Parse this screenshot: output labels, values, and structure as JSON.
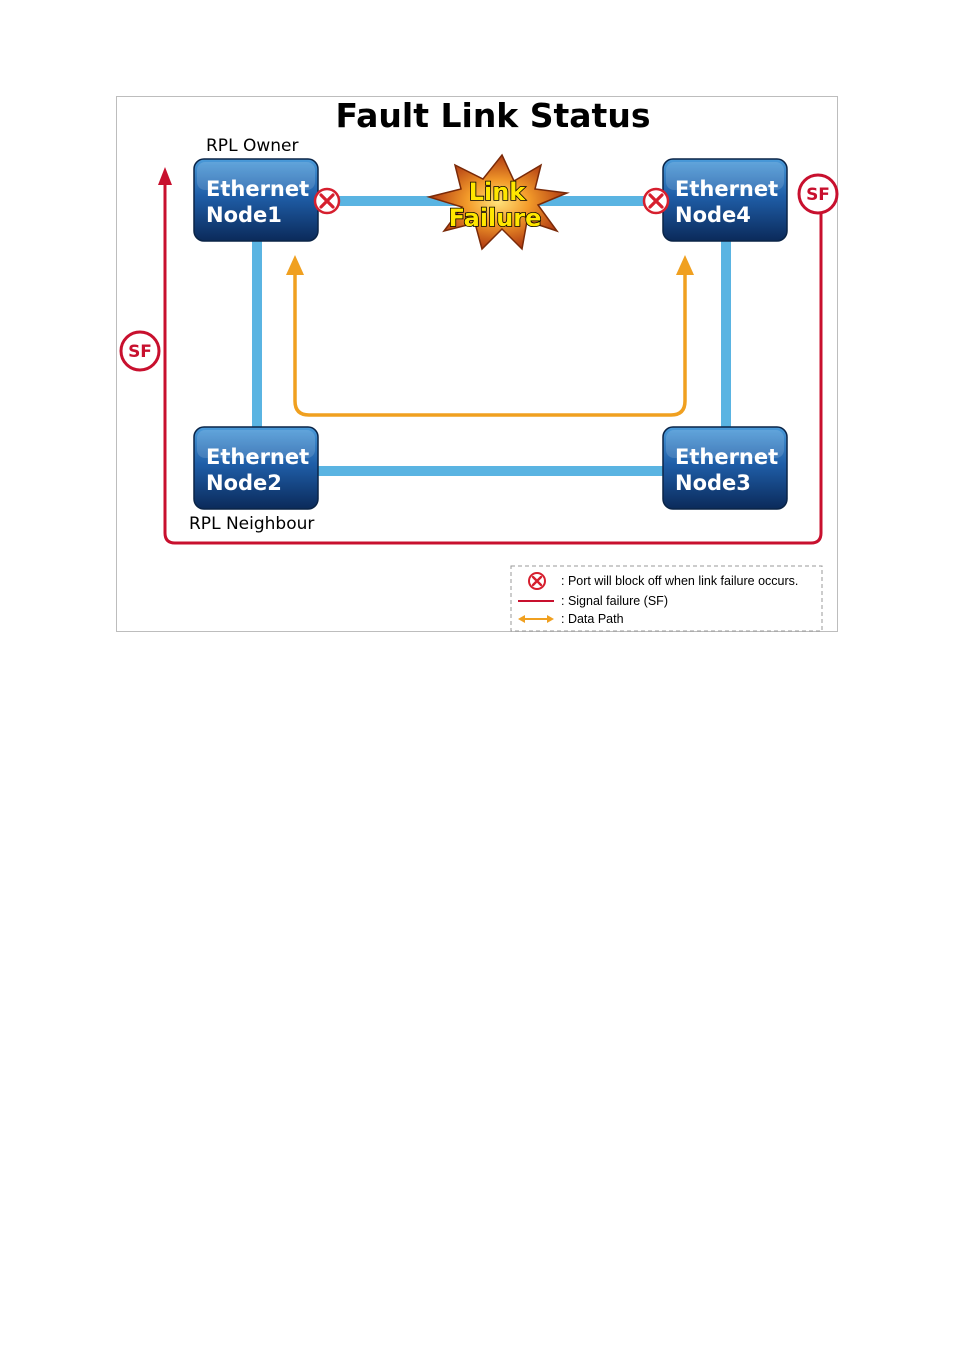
{
  "title": "Fault Link Status",
  "labels": {
    "rpl_owner": "RPL Owner",
    "rpl_neighbour": "RPL Neighbour"
  },
  "nodes": [
    {
      "line1": "Ethernet",
      "line2": "Node1"
    },
    {
      "line1": "Ethernet",
      "line2": "Node4"
    },
    {
      "line1": "Ethernet",
      "line2": "Node2"
    },
    {
      "line1": "Ethernet",
      "line2": "Node3"
    }
  ],
  "failure_burst": {
    "line1": "Link",
    "line2": "Failure"
  },
  "sf_badge": "SF",
  "legend": {
    "blocked_port": ": Port will block off when link failure occurs.",
    "signal_failure": ": Signal failure (SF)",
    "data_path": ": Data Path"
  },
  "colors": {
    "link": "#5ab4e2",
    "signal_failure": "#c8102e",
    "data_path": "#f0a020",
    "node_top": "#3f90d4",
    "node_bottom": "#0d2d60"
  }
}
